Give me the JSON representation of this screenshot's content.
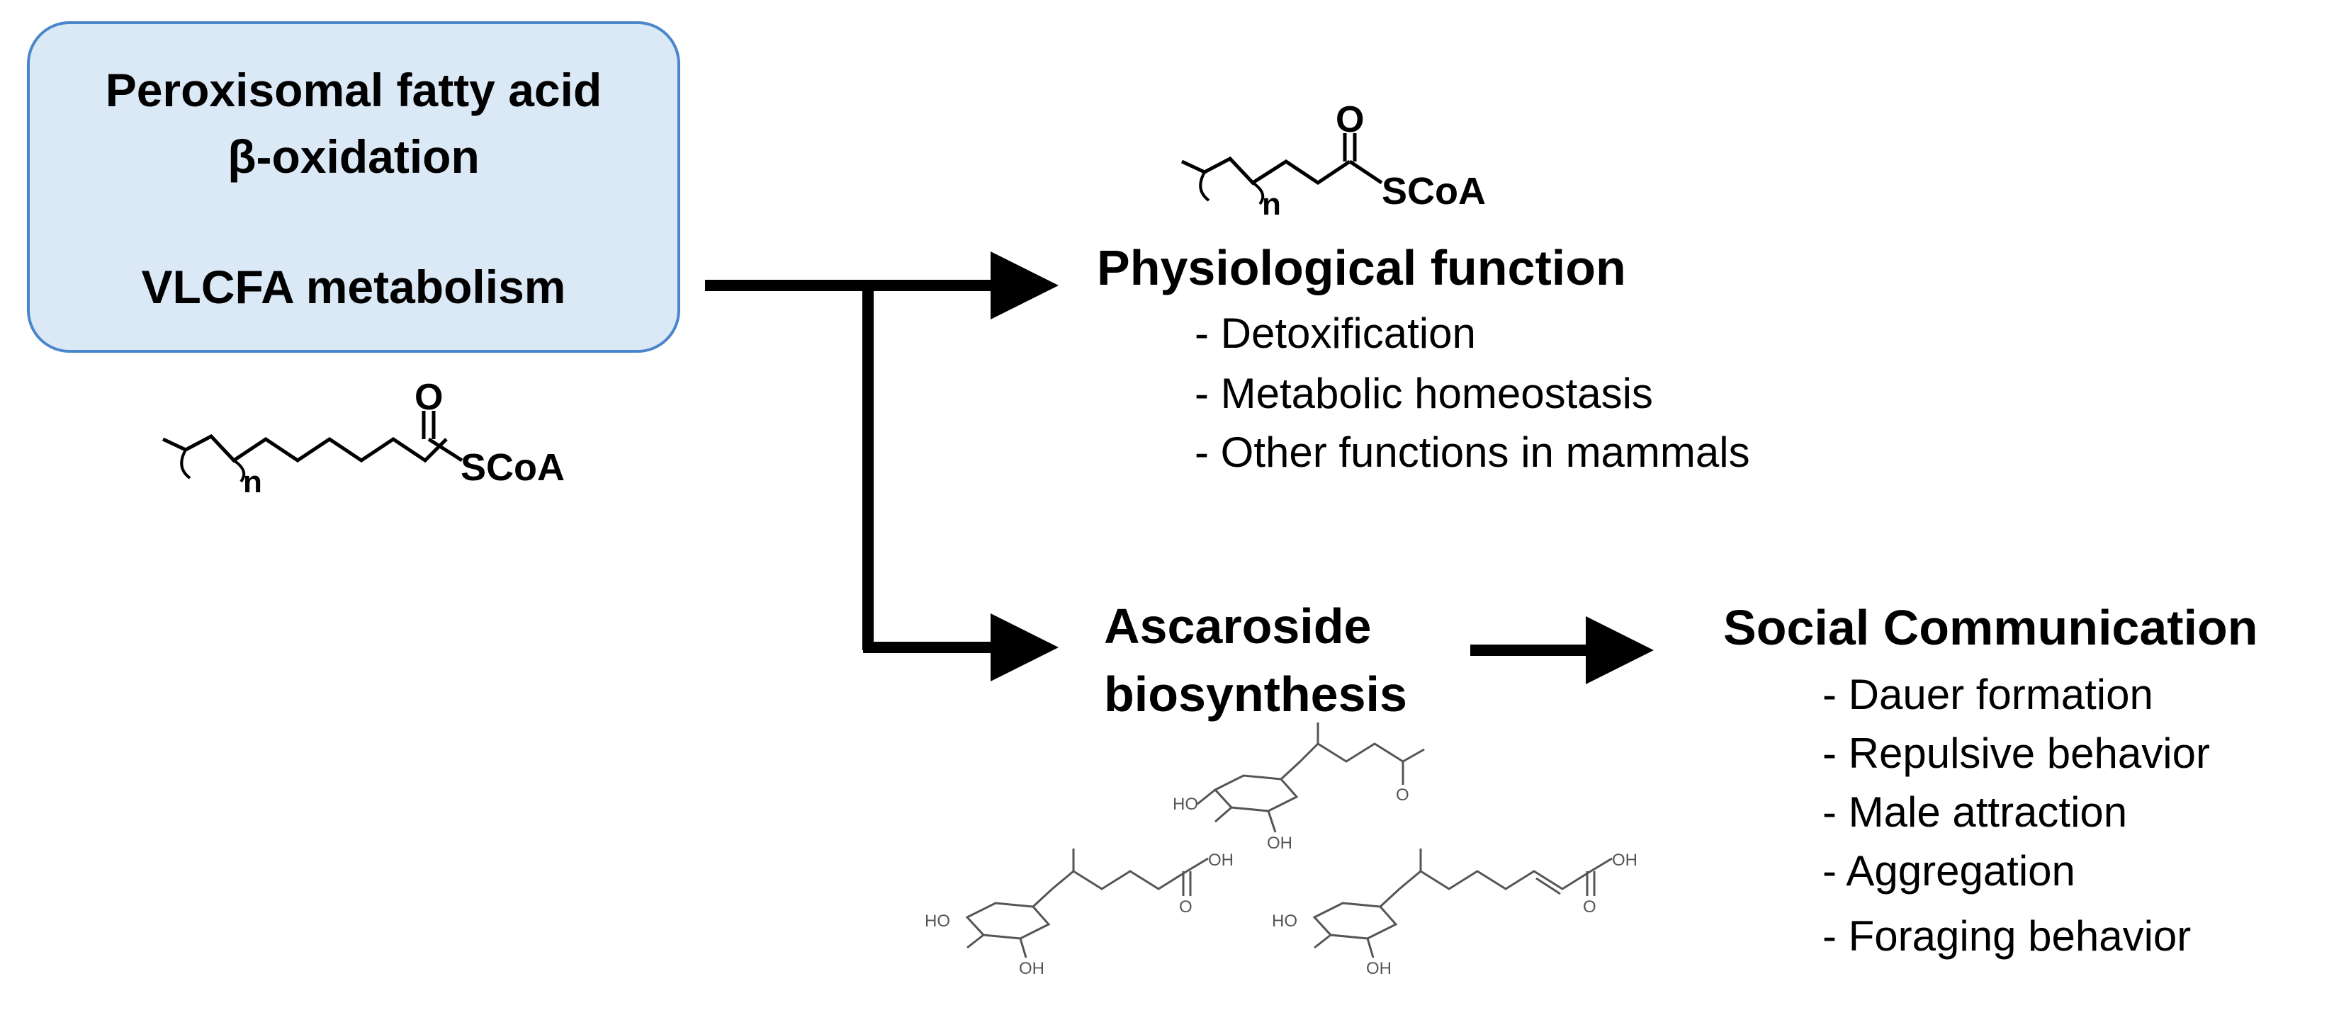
{
  "box": {
    "line1": "Peroxisomal fatty acid",
    "line2": "β-oxidation",
    "line3": "VLCFA metabolism"
  },
  "structures": {
    "coa_label": "SCoA",
    "oxygen": "O",
    "repeat_n": "n",
    "hydroxyl_left": "HO",
    "hydroxyl": "OH"
  },
  "physiological": {
    "title": "Physiological function",
    "items": [
      "- Detoxification",
      "- Metabolic homeostasis",
      "- Other functions in mammals"
    ]
  },
  "ascaroside": {
    "line1": "Ascaroside",
    "line2": "biosynthesis"
  },
  "social": {
    "title": "Social Communication",
    "items": [
      "- Dauer formation",
      "- Repulsive behavior",
      "- Male attraction",
      "- Aggregation",
      "- Foraging behavior"
    ]
  },
  "colors": {
    "box_fill": "#dbe8f5",
    "box_border": "#4a86cc",
    "arrow": "#000000",
    "minor_structure": "#555555"
  }
}
